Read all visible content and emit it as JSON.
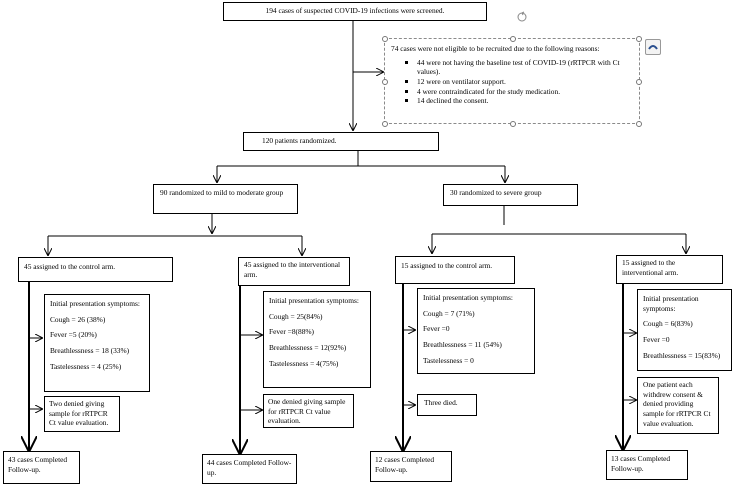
{
  "screened": "194 cases of suspected COVID-19 infections were screened.",
  "excluded": {
    "title": "74 cases were not eligible to be recruited due to the following reasons:",
    "reasons": [
      "44 were not having the baseline test of COVID-19 (rRTPCR with Ct values).",
      "12 were on ventilator support.",
      "4 were contraindicated for the study medication.",
      "14 declined the consent."
    ]
  },
  "randomized": "120 patients randomized.",
  "groups": {
    "mild": "90 randomized to mild to moderate group",
    "severe": "30 randomized to severe group"
  },
  "arms": [
    {
      "assigned": "45 assigned to the control arm.",
      "symptoms_title": "Initial presentation symptoms:",
      "symptoms": [
        "Cough = 26 (38%)",
        "Fever =5 (20%)",
        "Breathlessness = 18 (33%)",
        "Tastelessness = 4 (25%)"
      ],
      "loss": "Two denied giving sample for rRTPCR Ct value evaluation.",
      "completed": "43 cases Completed Follow-up."
    },
    {
      "assigned": "45 assigned to the interventional arm.",
      "symptoms_title": "Initial presentation symptoms:",
      "symptoms": [
        "Cough = 25(84%)",
        "Fever =8(88%)",
        "Breathlessness = 12(92%)",
        "Tastelessness = 4(75%)"
      ],
      "loss": "One denied giving sample for rRTPCR Ct value evaluation.",
      "completed": "44 cases Completed Follow-up."
    },
    {
      "assigned": "15 assigned to the control arm.",
      "symptoms_title": "Initial presentation symptoms:",
      "symptoms": [
        "Cough = 7 (71%)",
        "Fever =0",
        "Breathlessness = 11 (54%)",
        "Tastelessness = 0"
      ],
      "loss": "Three died.",
      "completed": "12 cases Completed Follow-up."
    },
    {
      "assigned": "15 assigned to the interventional arm.",
      "symptoms_title": "Initial presentation symptoms:",
      "symptoms": [
        "Cough = 6(83%)",
        "Fever =0",
        "Breathlessness = 15(83%)"
      ],
      "loss": "One patient each withdrew consent & denied providing sample for rRTPCR Ct value evaluation.",
      "completed": "13 cases Completed Follow-up."
    }
  ],
  "icons": {
    "rotate": "rotate-handle-icon",
    "layout": "layout-options-icon"
  }
}
